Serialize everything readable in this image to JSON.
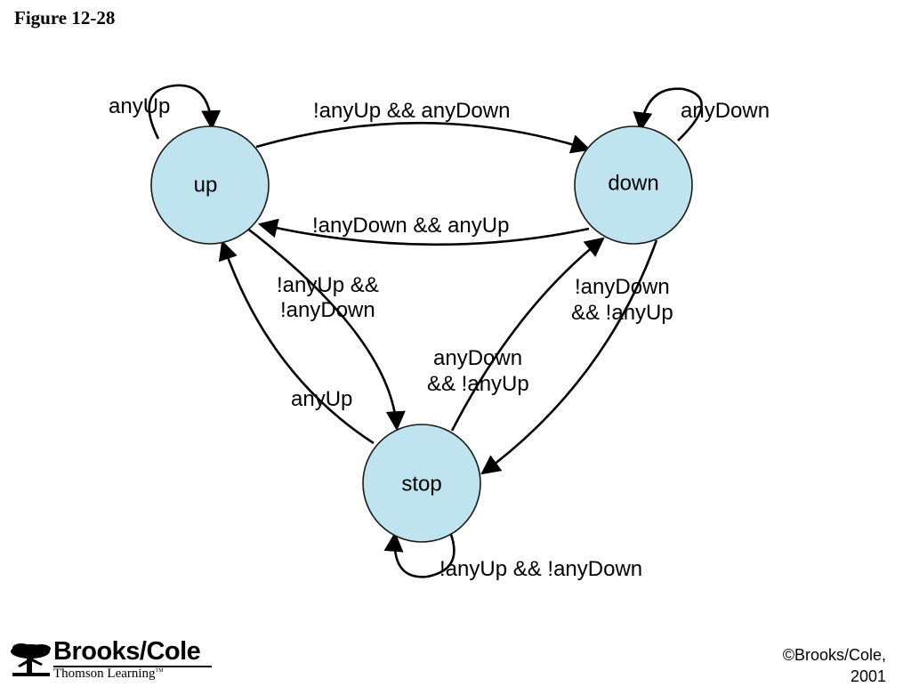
{
  "figure_title": "Figure 12-28",
  "states": {
    "up": "up",
    "down": "down",
    "stop": "stop"
  },
  "transitions": {
    "up_self": "anyUp",
    "down_self": "anyDown",
    "up_to_down": "!anyUp && anyDown",
    "down_to_up": "!anyDown && anyUp",
    "up_to_stop": [
      "!anyUp &&",
      "!anyDown"
    ],
    "down_to_stop": [
      "!anyDown",
      "&& !anyUp"
    ],
    "stop_to_down": [
      "anyDown",
      "&& !anyUp"
    ],
    "stop_to_up": "anyUp",
    "stop_self": "!anyUp && !anyDown"
  },
  "footer": {
    "brand": "Brooks/Cole",
    "brand_sub": "Thomson Learning",
    "trademark": "TM",
    "copyright_line1": "©Brooks/Cole,",
    "copyright_line2": "2001"
  },
  "colors": {
    "state_fill": "#bfe4f0",
    "stroke": "#000000"
  }
}
